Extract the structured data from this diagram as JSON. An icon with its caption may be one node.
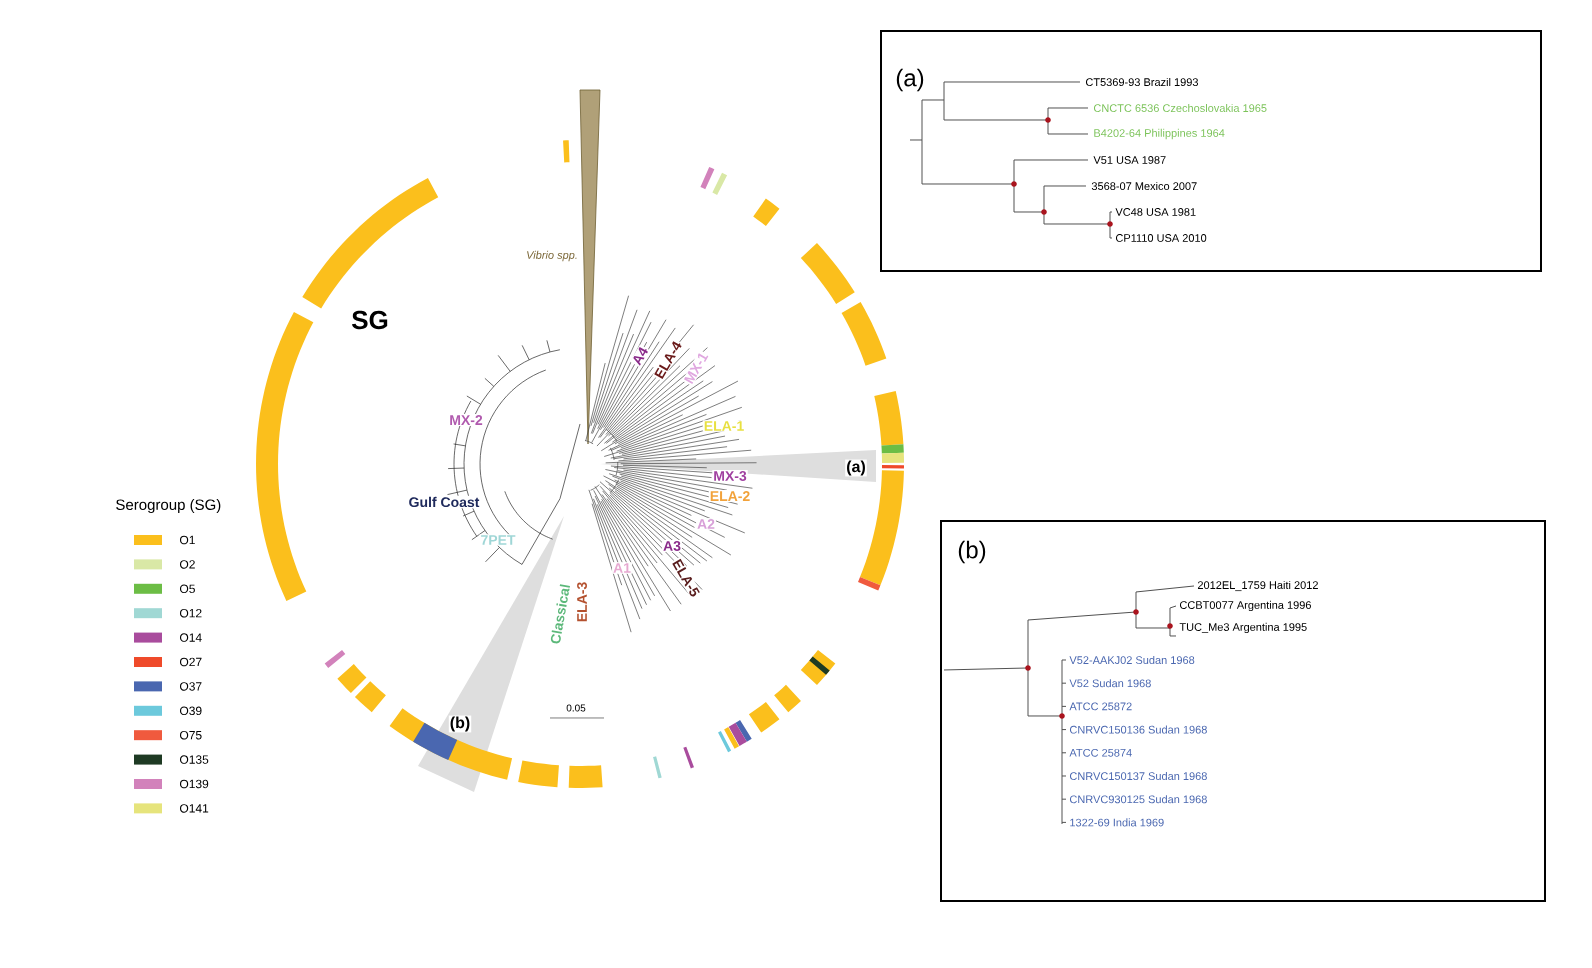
{
  "diagram": {
    "nodes": [
      {
        "text": [
          "(a)",
          "CT5369-93 Brazil 1993",
          "CNCTC 6536 Czechoslovakia 1965",
          "B4202-64 Philippines 1964",
          "V51 USA 1987",
          "3568-07 Mexico 2007",
          "VC48 USA 1981",
          "CP1110 USA 2010"
        ]
      },
      {
        "text": [
          "(b)",
          "2012EL_1759 Haiti 2012",
          "CCBT0077 Argentina 1996",
          "TUC_Me3 Argentina 1995",
          "V52-AAKJ02 Sudan 1968",
          "V52 Sudan 1968",
          "ATCC 25872",
          "CNRVC150136 Sudan 1968",
          "ATCC 25874",
          "CNRVC150137 Sudan 1968",
          "CNRVC930125 Sudan 1968",
          "1322-69 India 1969"
        ]
      }
    ],
    "labels": [
      "Vibrio spp.",
      "SG",
      "MX-2",
      "Gulf Coast",
      "7PET",
      "Classical",
      "ELA-3",
      "A1",
      "ELA-5",
      "A3",
      "A2",
      "ELA-2",
      "MX-3",
      "ELA-1",
      "MX-1",
      "ELA-4",
      "A4",
      "(a)",
      "(b)",
      "0.05",
      "Serogroup (SG)"
    ],
    "legend": [
      {
        "text": "O1",
        "color": "#fbbf1c"
      },
      {
        "text": "O2",
        "color": "#d9e8a6"
      },
      {
        "text": "O5",
        "color": "#6cbd45"
      },
      {
        "text": "O12",
        "color": "#a0d8d4"
      },
      {
        "text": "O14",
        "color": "#a94c9d"
      },
      {
        "text": "O27",
        "color": "#ef4a2a"
      },
      {
        "text": "O37",
        "color": "#4a67b0"
      },
      {
        "text": "O39",
        "color": "#6cc9dc"
      },
      {
        "text": "O75",
        "color": "#f05a3e"
      },
      {
        "text": "O135",
        "color": "#1e3a23"
      },
      {
        "text": "O139",
        "color": "#d282bb"
      },
      {
        "text": "O141",
        "color": "#e6e47c"
      }
    ]
  }
}
